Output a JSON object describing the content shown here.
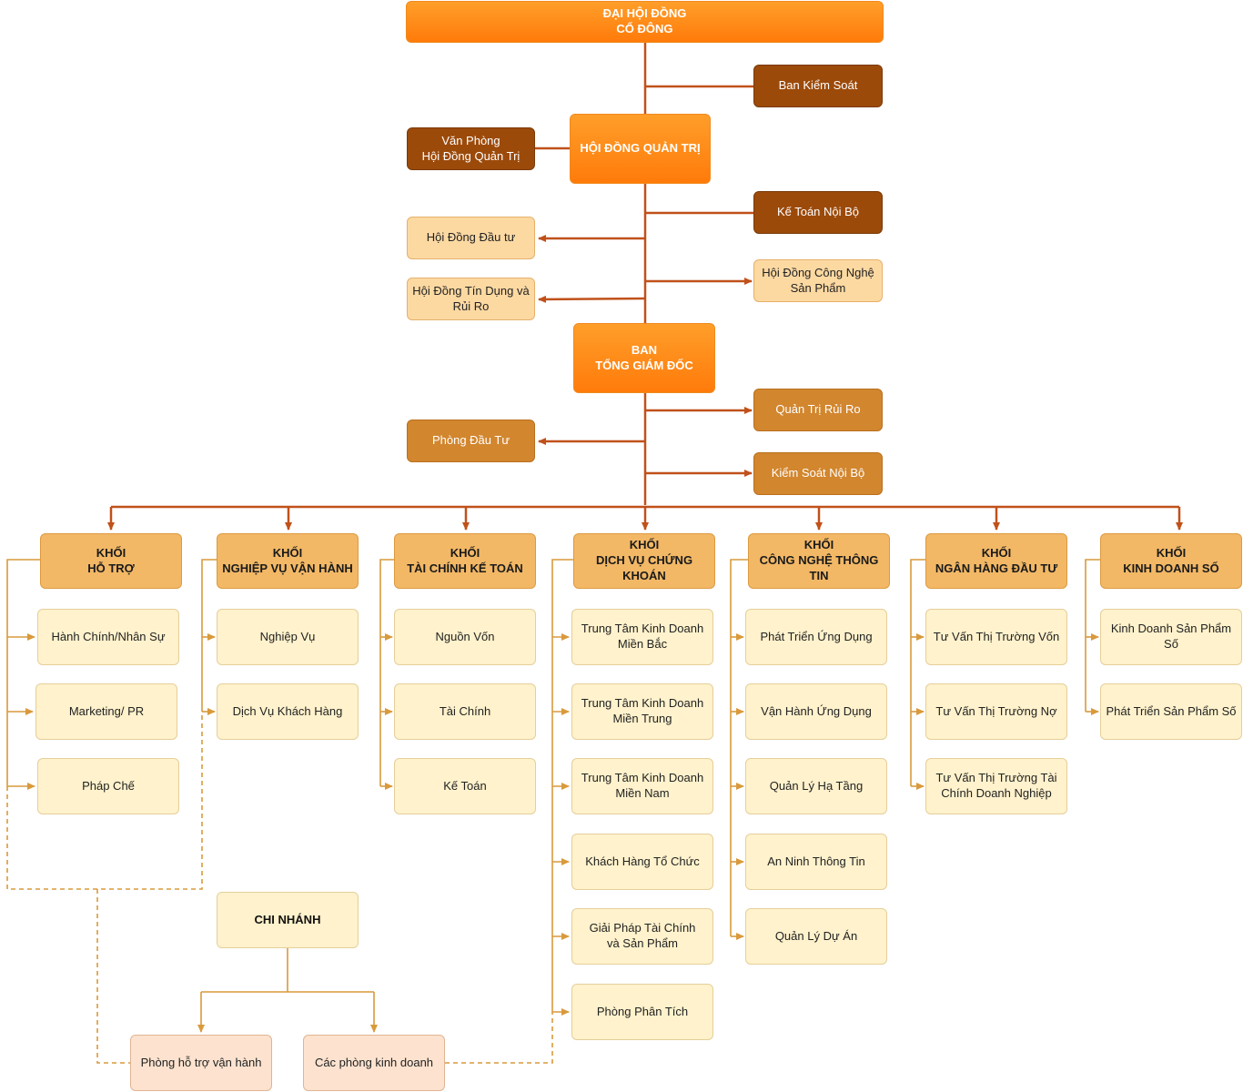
{
  "top": {
    "dhdcd": "ĐẠI HỘI ĐỒNG\nCỔ ĐÔNG",
    "hdqt": "HỘI ĐỒNG QUẢN TRỊ",
    "btgd": "BAN\nTỔNG GIÁM ĐỐC"
  },
  "side": {
    "ban_kiem_soat": "Ban Kiểm Soát",
    "van_phong_hdqt": "Văn Phòng\nHội Đồng Quản Trị",
    "ke_toan_noi_bo": "Kế Toán Nội Bộ",
    "hd_dau_tu": "Hội Đồng Đầu tư",
    "hd_cong_nghe": "Hội Đồng Công Nghệ\nSản Phẩm",
    "hd_tin_dung": "Hội Đồng Tín Dụng và\nRủi Ro",
    "quan_tri_rui_ro": "Quản Trị Rủi Ro",
    "phong_dau_tu": "Phòng Đầu Tư",
    "kiem_soat_noi_bo": "Kiểm Soát Nội Bộ"
  },
  "blocks": [
    {
      "title": "KHỐI\nHỖ TRỢ",
      "items": [
        "Hành Chính/Nhân Sự",
        "Marketing/ PR",
        "Pháp Chế"
      ]
    },
    {
      "title": "KHỐI\nNGHIỆP VỤ VẬN HÀNH",
      "items": [
        "Nghiệp Vụ",
        "Dịch Vụ Khách Hàng"
      ]
    },
    {
      "title": "KHỐI\nTÀI CHÍNH KẾ TOÁN",
      "items": [
        "Nguồn Vốn",
        "Tài Chính",
        "Kế Toán"
      ]
    },
    {
      "title": "KHỐI\nDỊCH VỤ CHỨNG KHOÁN",
      "items": [
        "Trung Tâm Kinh Doanh\nMiền Bắc",
        "Trung Tâm Kinh Doanh\nMiền Trung",
        "Trung Tâm Kinh Doanh\nMiền Nam",
        "Khách Hàng Tổ Chức",
        "Giải Pháp Tài Chính\nvà Sản Phẩm",
        "Phòng Phân Tích"
      ]
    },
    {
      "title": "KHỐI\nCÔNG NGHỆ THÔNG TIN",
      "items": [
        "Phát Triển Ứng Dụng",
        "Vận Hành Ứng Dụng",
        "Quản Lý Hạ Tầng",
        "An Ninh Thông Tin",
        "Quản Lý Dự Án"
      ]
    },
    {
      "title": "KHỐI\nNGÂN HÀNG ĐẦU TƯ",
      "items": [
        "Tư Vấn Thị Trường Vốn",
        "Tư Vấn Thị Trường Nợ",
        "Tư Vấn Thị Trường Tài\nChính Doanh Nghiệp"
      ]
    },
    {
      "title": "KHỐI\nKINH DOANH SỐ",
      "items": [
        "Kinh Doanh Sản Phẩm Số",
        "Phát Triển Sản Phẩm Số"
      ]
    }
  ],
  "chi_nhanh": {
    "title": "CHI NHÁNH",
    "phong_ho_tro": "Phòng hỗ trợ vận hành",
    "phong_kinh_doanh": "Các phòng kinh doanh"
  },
  "colors": {
    "line": "#c0511a",
    "item_line": "#d99a3c",
    "top_gradient_start": "#ff9e2a",
    "top_gradient_end": "#ff7b0a",
    "dark_box": "#9c4a0a",
    "mid_box": "#d2862e",
    "light_box": "#fdd9a2",
    "block_header": "#f2b866",
    "item_box": "#fff2cc"
  }
}
